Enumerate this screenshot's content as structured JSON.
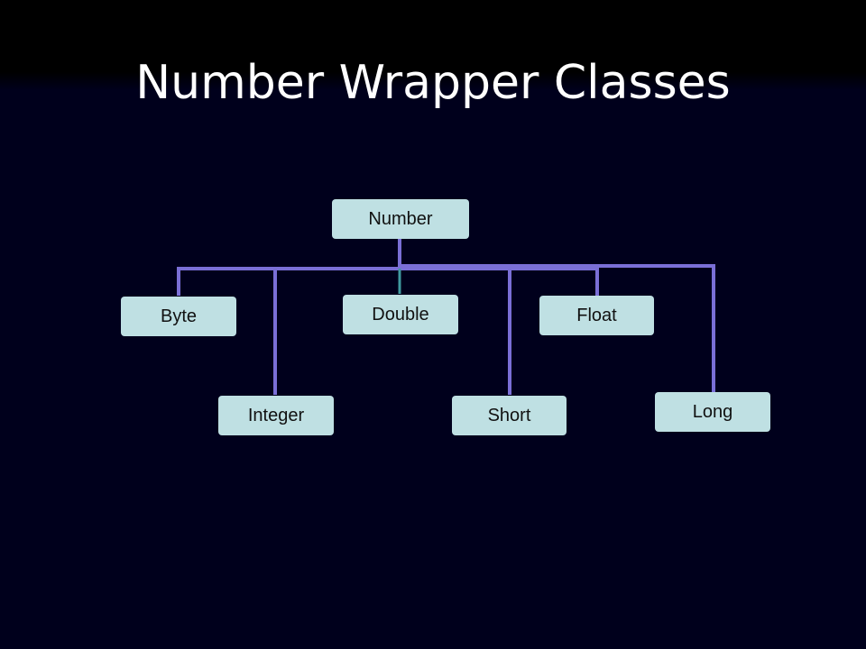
{
  "slide": {
    "title": "Number Wrapper Classes"
  },
  "diagram": {
    "root": "Number",
    "children": [
      "Byte",
      "Double",
      "Float",
      "Integer",
      "Short",
      "Long"
    ]
  },
  "colors": {
    "background": "#00001c",
    "node_fill": "#bfe0e3",
    "connector": "#7a6fd6",
    "title_text": "#ffffff"
  }
}
